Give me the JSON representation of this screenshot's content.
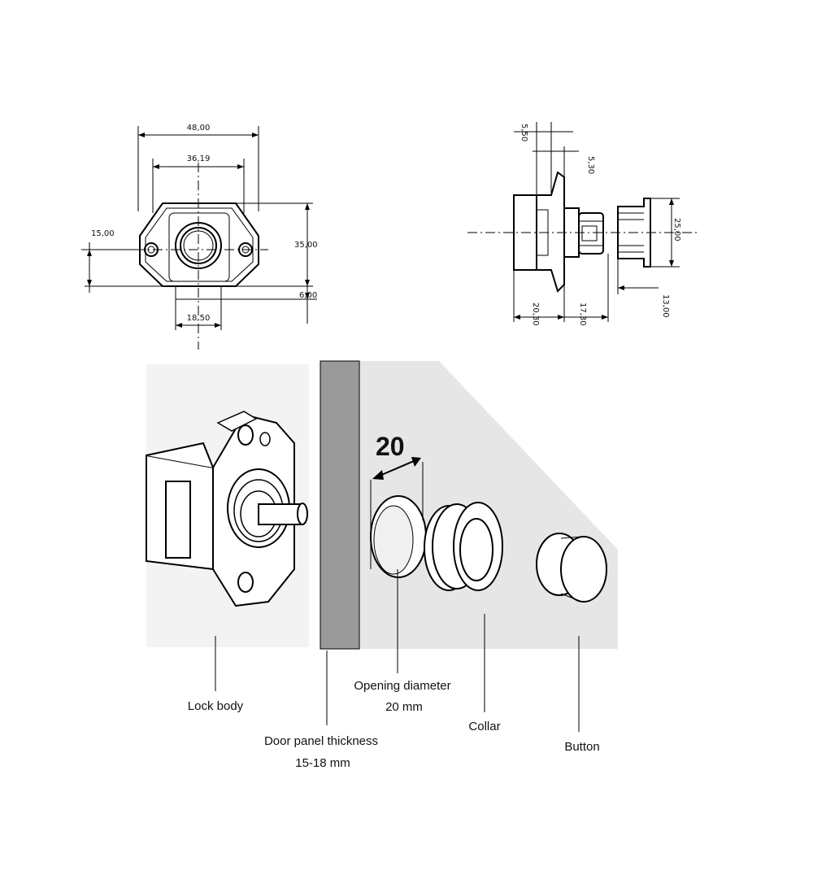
{
  "front_view": {
    "dim_width_total": "48,00",
    "dim_width_inner": "36,19",
    "dim_left_offset": "15,00",
    "dim_height": "35,00",
    "dim_bottom": "6,00",
    "dim_bottom_width": "18,50"
  },
  "side_view": {
    "dim_top_a": "5,50",
    "dim_top_b": "5,30",
    "dim_collar_dia": "25,00",
    "dim_collar_len": "13,00",
    "dim_body_len": "20,30",
    "dim_stem_len": "17,30"
  },
  "assembly": {
    "opening_value": "20",
    "labels": {
      "lock_body": "Lock body",
      "door_panel_1": "Door panel thickness",
      "door_panel_2": "15-18 mm",
      "opening_1": "Opening diameter",
      "opening_2": "20 mm",
      "collar": "Collar",
      "button": "Button"
    }
  },
  "colors": {
    "panel_bg": "#e6e6e6",
    "door_edge": "#9a9a9a",
    "line": "#000000"
  }
}
